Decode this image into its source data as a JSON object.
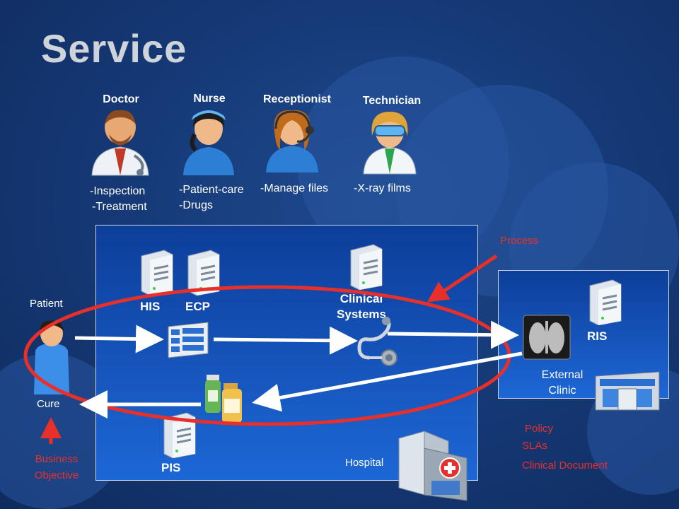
{
  "title": "Service",
  "roles": [
    {
      "label": "Doctor",
      "tasks": [
        "-Inspection",
        "-Treatment"
      ]
    },
    {
      "label": "Nurse",
      "tasks": [
        "-Patient-care",
        "-Drugs"
      ]
    },
    {
      "label": "Receptionist",
      "tasks": [
        "-Manage files"
      ]
    },
    {
      "label": "Technician",
      "tasks": [
        "-X-ray films"
      ]
    }
  ],
  "systems": {
    "his": "HIS",
    "ecp": "ECP",
    "clinical": "Clinical Systems",
    "ris": "RIS",
    "pis": "PIS"
  },
  "labels": {
    "patient": "Patient",
    "cure": "Cure",
    "hospital": "Hospital",
    "external_clinic": "External Clinic",
    "process": "Process",
    "business_objective": "Business Objective",
    "policy": "Policy",
    "slas": "SLAs",
    "clinical_document": "Clinical Document"
  },
  "colors": {
    "accent_red": "#e8302a",
    "panel_blue": "#1d67d6",
    "background": "#163a78"
  }
}
